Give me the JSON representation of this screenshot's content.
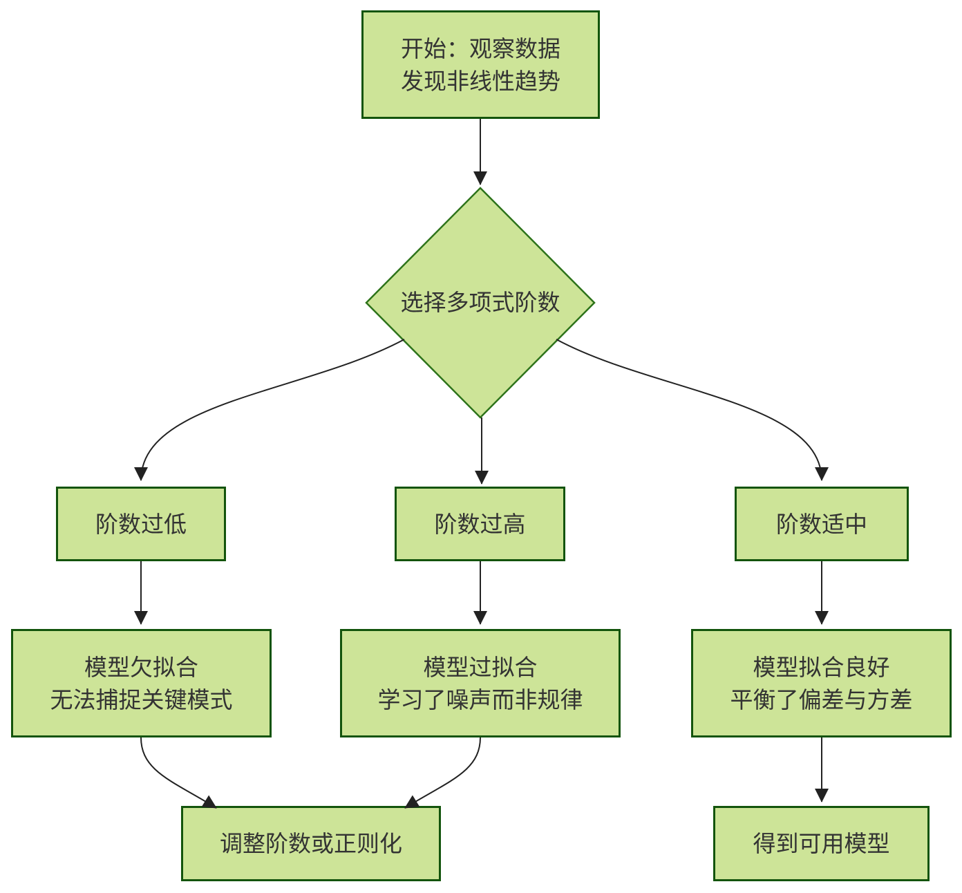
{
  "diagram": {
    "type": "flowchart",
    "direction": "top-down"
  },
  "colors": {
    "background": "#ffffff",
    "node_fill": "#cde498",
    "rect_border": "#13540c",
    "diamond_border": "#2d731a",
    "text": "#333333",
    "edge": "#222222"
  },
  "nodes": {
    "start": {
      "line1": "开始：观察数据",
      "line2": "发现非线性趋势"
    },
    "decision": {
      "label": "选择多项式阶数"
    },
    "degree_low": {
      "label": "阶数过低"
    },
    "degree_high": {
      "label": "阶数过高"
    },
    "degree_ok": {
      "label": "阶数适中"
    },
    "underfit": {
      "line1": "模型欠拟合",
      "line2": "无法捕捉关键模式"
    },
    "overfit": {
      "line1": "模型过拟合",
      "line2": "学习了噪声而非规律"
    },
    "goodfit": {
      "line1": "模型拟合良好",
      "line2": "平衡了偏差与方差"
    },
    "adjust": {
      "label": "调整阶数或正则化"
    },
    "usable": {
      "label": "得到可用模型"
    }
  },
  "edges": [
    {
      "from": "start",
      "to": "decision"
    },
    {
      "from": "decision",
      "to": "degree_low"
    },
    {
      "from": "decision",
      "to": "degree_high"
    },
    {
      "from": "decision",
      "to": "degree_ok"
    },
    {
      "from": "degree_low",
      "to": "underfit"
    },
    {
      "from": "degree_high",
      "to": "overfit"
    },
    {
      "from": "degree_ok",
      "to": "goodfit"
    },
    {
      "from": "underfit",
      "to": "adjust"
    },
    {
      "from": "overfit",
      "to": "adjust"
    },
    {
      "from": "goodfit",
      "to": "usable"
    }
  ]
}
